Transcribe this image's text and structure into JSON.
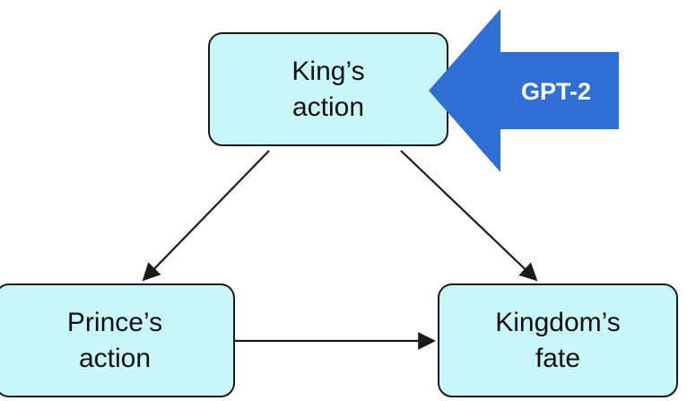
{
  "nodes": {
    "king": {
      "line1": "King’s",
      "line2": "action"
    },
    "prince": {
      "line1": "Prince’s",
      "line2": "action"
    },
    "kingdom": {
      "line1": "Kingdom’s",
      "line2": "fate"
    }
  },
  "intervention": {
    "label": "GPT-2"
  },
  "colors": {
    "node_fill": "#c8f6f9",
    "node_border": "#1a1a1a",
    "edge": "#1a1a1a",
    "intervention_arrow": "#2f6fd3",
    "intervention_text": "#ffffff"
  }
}
